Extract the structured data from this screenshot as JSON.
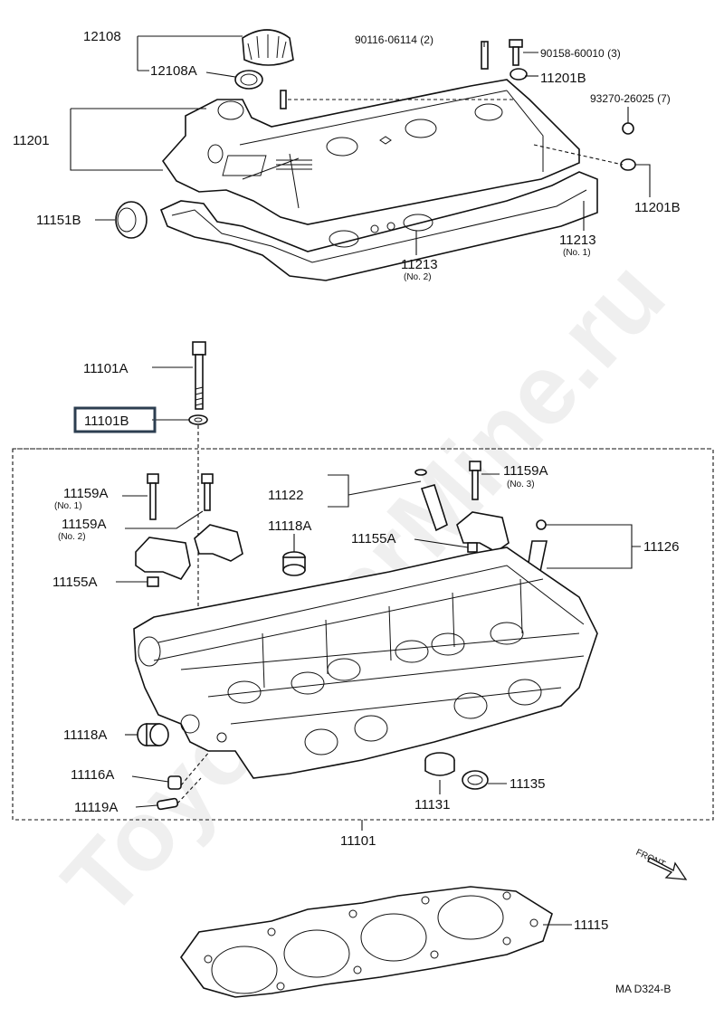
{
  "watermark": "ToyotaCarMine.ru",
  "labels": {
    "p12108": "12108",
    "p12108A": "12108A",
    "p90116": "90116-06114 (2)",
    "p90158": "90158-60010 (3)",
    "p11201B_top": "11201B",
    "p93270": "93270-26025 (7)",
    "p11201": "11201",
    "p11201B_right": "11201B",
    "p11151B": "11151B",
    "p11213_no1": "11213",
    "p11213_no1_sub": "(No. 1)",
    "p11213_no2": "11213",
    "p11213_no2_sub": "(No. 2)",
    "p11101A": "11101A",
    "p11101B": "11101B",
    "p11159A_no1": "11159A",
    "p11159A_no1_sub": "(No. 1)",
    "p11159A_no2": "11159A",
    "p11159A_no2_sub": "(No. 2)",
    "p11122": "11122",
    "p11159A_no3": "11159A",
    "p11159A_no3_sub": "(No. 3)",
    "p11118A_top": "11118A",
    "p11155A_mid": "11155A",
    "p11126": "11126",
    "p11155A_left": "11155A",
    "p11118A_left": "11118A",
    "p11116A": "11116A",
    "p11119A": "11119A",
    "p11131": "11131",
    "p11135": "11135",
    "p11101": "11101",
    "front": "FRONT",
    "p11115": "11115",
    "code": "MA  D324-B"
  }
}
